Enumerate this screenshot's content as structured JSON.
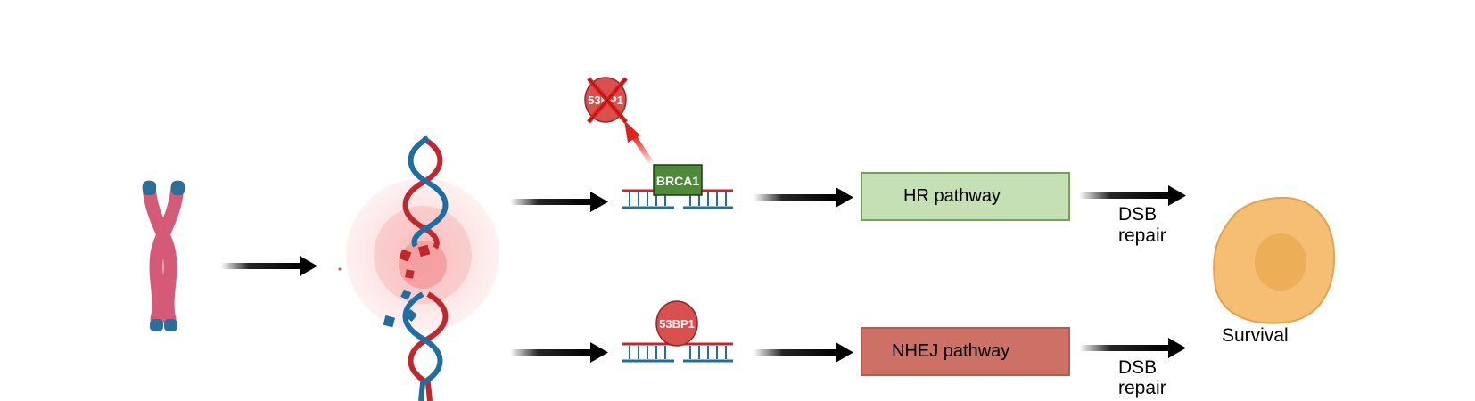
{
  "proteins": {
    "brca1": "BRCA1",
    "p53bp1_bottom": "53BP1",
    "p53bp1_top_excluded": "53BP1"
  },
  "pathways": {
    "hr": "HR pathway",
    "nhej": "NHEJ pathway"
  },
  "repair": {
    "top_line1": "DSB",
    "top_line2": "repair",
    "bottom_line1": "DSB",
    "bottom_line2": "repair"
  },
  "outcome": "Survival",
  "colors": {
    "chromosome_arm": "#d45a78",
    "chromosome_tip": "#2b6e9c",
    "dna_red": "#c0282e",
    "dna_blue": "#1f6ea3",
    "brca1_box": "#4e8a3a",
    "protein_53bp1": "#d9504f",
    "hr_box": "#c5e0b4",
    "hr_border": "#6aa84f",
    "nhej_box": "#cd7166",
    "nhej_border": "#b85a50",
    "cell_body": "#f5be73",
    "cell_nucleus": "#ecae56",
    "exclusion_cross": "#e0201c"
  }
}
